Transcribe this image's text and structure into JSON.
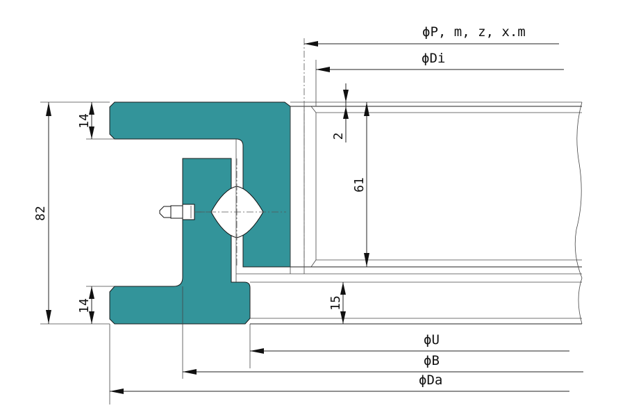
{
  "labels": {
    "pitch": "ϕP, m, z, x.m",
    "inner_dia": "ϕDi",
    "dim_u": "ϕU",
    "dim_b": "ϕB",
    "dim_da": "ϕDa"
  },
  "dimensions": {
    "overall_height": "82",
    "top_flange": "14",
    "bottom_flange": "14",
    "gap": "2",
    "inner_height": "61",
    "bottom_offset": "15"
  },
  "colors": {
    "ring": "#33949a",
    "line": "#222222"
  }
}
